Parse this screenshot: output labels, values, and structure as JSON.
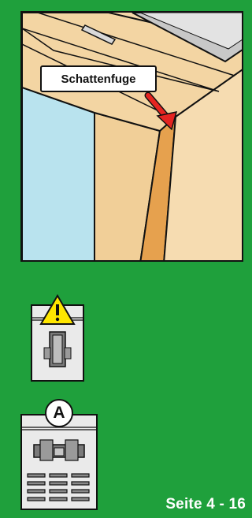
{
  "illustration": {
    "callout_label": "Schattenfuge"
  },
  "package_a": {
    "badge_letter": "A"
  },
  "footer": {
    "page_reference": "Seite 4 - 16"
  },
  "colors": {
    "background": "#1fa03c",
    "wood_light": "#f4d7a8",
    "wood_mid": "#e9c48a",
    "wood_dark": "#e6a14e",
    "glass": "#b9e3ee",
    "arrow": "#e52421",
    "warning": "#ffe600"
  },
  "icons": [
    "warning-icon",
    "arrow-icon"
  ]
}
